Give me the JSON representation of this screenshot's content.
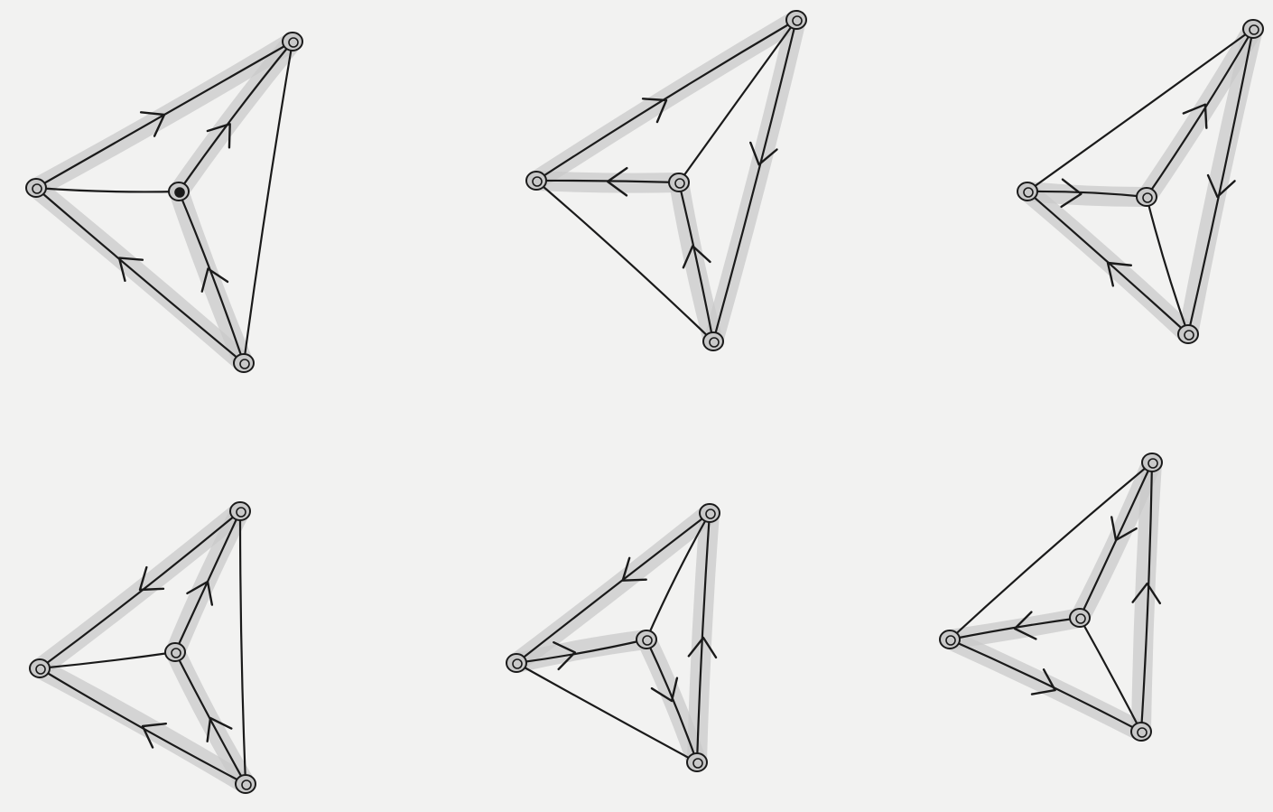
{
  "diagram": {
    "kind": "hand-drawn directed graphs (K4 with arrows and shaded paths)",
    "colors": {
      "paper": "#f2f2f1",
      "ink": "#1a1a1a",
      "shade": "#c9c9c9"
    },
    "panels": [
      {
        "id": "graph-1",
        "vertices": 4,
        "edges": 6
      },
      {
        "id": "graph-2",
        "vertices": 4,
        "edges": 6
      },
      {
        "id": "graph-3",
        "vertices": 4,
        "edges": 6
      },
      {
        "id": "graph-4",
        "vertices": 4,
        "edges": 6
      },
      {
        "id": "graph-5",
        "vertices": 4,
        "edges": 6
      },
      {
        "id": "graph-6",
        "vertices": 4,
        "edges": 6
      }
    ]
  }
}
